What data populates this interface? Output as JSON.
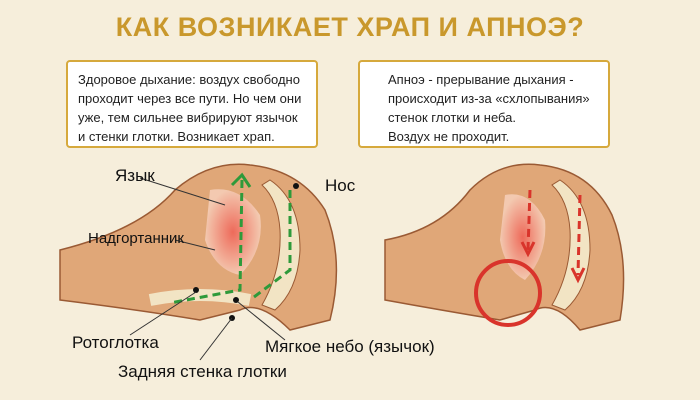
{
  "title": "КАК ВОЗНИКАЕТ ХРАП И АПНОЭ?",
  "left_box": {
    "lines": [
      "Здоровое дыхание: воздух свободно",
      "проходит через все пути. Но чем они",
      "уже, тем сильнее вибрируют язычок",
      "и стенки глотки. Возникает храп."
    ]
  },
  "right_box": {
    "lines": [
      "Апноэ - прерывание дыхания -",
      "происходит из-за «схлопывания»",
      "стенок глотки и неба.",
      "Воздух не проходит."
    ]
  },
  "labels": {
    "tongue": "Язык",
    "nose": "Нос",
    "epiglottis": "Надгортанник",
    "oropharynx": "Ротоглотка",
    "soft_palate": "Мягкое небо (язычок)",
    "pharynx_wall": "Задняя стенка глотки"
  },
  "colors": {
    "title": "#c9982c",
    "airflow_ok": "#2e9a3a",
    "airflow_blocked": "#d9342b",
    "skin": "#e0a778"
  }
}
